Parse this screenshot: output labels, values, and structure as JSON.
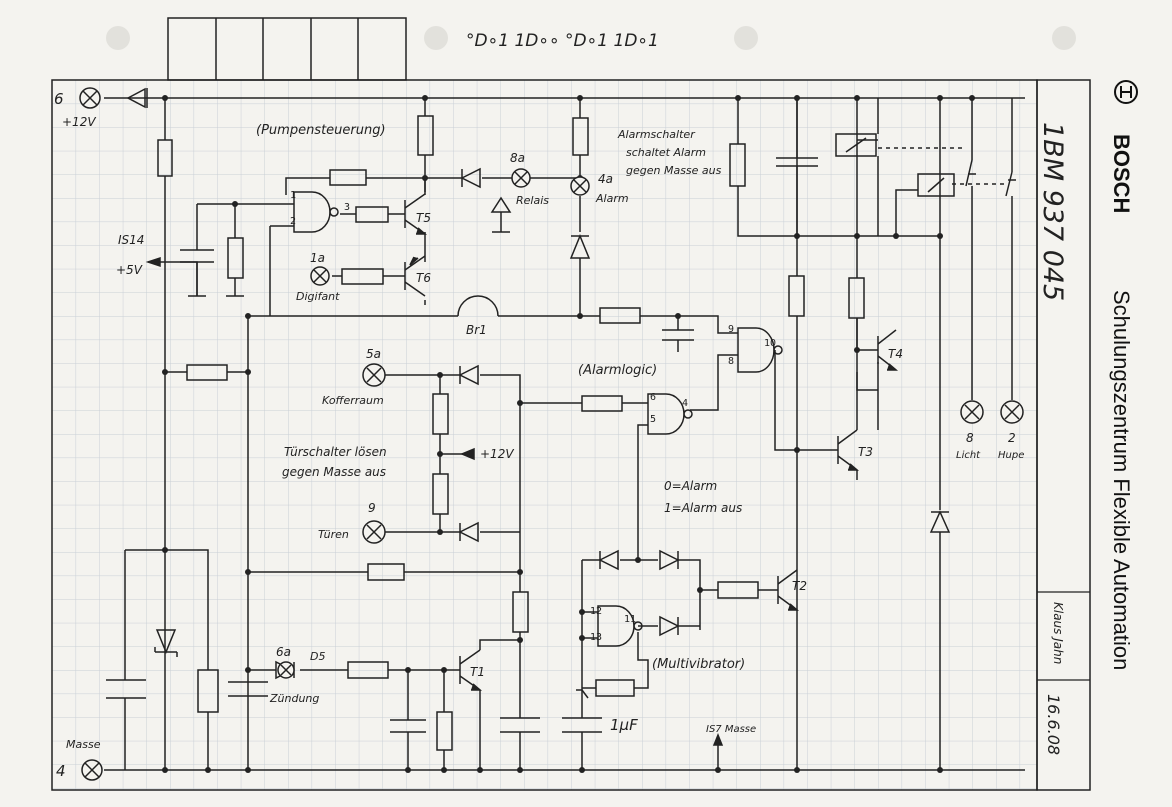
{
  "header_codes": "°D∘1  1D∘∘  °D∘1  1D∘1",
  "brand": {
    "name": "BOSCH",
    "logo_icon": "bosch-armature-logo"
  },
  "title_block": {
    "part_number": "1BM 937 045",
    "course_title": "Schulungszentrum Flexible Automation",
    "author": "Klaus Jahn",
    "date": "16.6.08"
  },
  "terminals": {
    "t6_number": "6",
    "t6_label": "+12V",
    "t4_number": "4",
    "t4_label": "Masse",
    "is14": "IS14",
    "plus5v": "+5V",
    "is7": "IS7 Masse",
    "plus12v": "+12V"
  },
  "blocks": {
    "pumpensteuerung": "(Pumpensteuerung)",
    "alarmlogic": "(Alarmlogic)",
    "multivibrator": "(Multivibrator)"
  },
  "notes": {
    "alarm_switch_1": "Alarmschalter",
    "alarm_switch_2": "schaltet Alarm",
    "alarm_switch_3": "gegen Masse aus",
    "door_switch_1": "Türschalter lösen",
    "door_switch_2": "gegen Masse aus",
    "alarm_state_0": "0=Alarm",
    "alarm_state_1": "1=Alarm aus"
  },
  "lamps": {
    "l8a_num": "8a",
    "l8a_name": "Relais",
    "l4a_num": "4a",
    "l4a_name": "Alarm",
    "l1a_num": "1a",
    "l1a_name": "Digifant",
    "l5a_num": "5a",
    "l5a_name": "Kofferraum",
    "l9_num": "9",
    "l9_name": "Türen",
    "l6a_num": "6a",
    "l6a_name": "Zündung",
    "l8_num": "8",
    "l8_name": "Licht",
    "l2_num": "2",
    "l2_name": "Hupe"
  },
  "components": {
    "t1": "T1",
    "t2": "T2",
    "t3": "T3",
    "t4": "T4",
    "t5": "T5",
    "t6": "T6",
    "d5": "D5",
    "br1": "Br1",
    "cap_value": "1μF"
  },
  "gate_pins": {
    "p1": "1",
    "p2": "2",
    "p3": "3",
    "p9": "9",
    "p8": "8",
    "p10": "10",
    "p6": "6",
    "p5": "5",
    "p4": "4",
    "p12": "12",
    "p13": "13",
    "p11": "11"
  },
  "colors": {
    "ink": "#222222",
    "grid": "#c9cfd6",
    "paper": "#f4f3ef"
  }
}
